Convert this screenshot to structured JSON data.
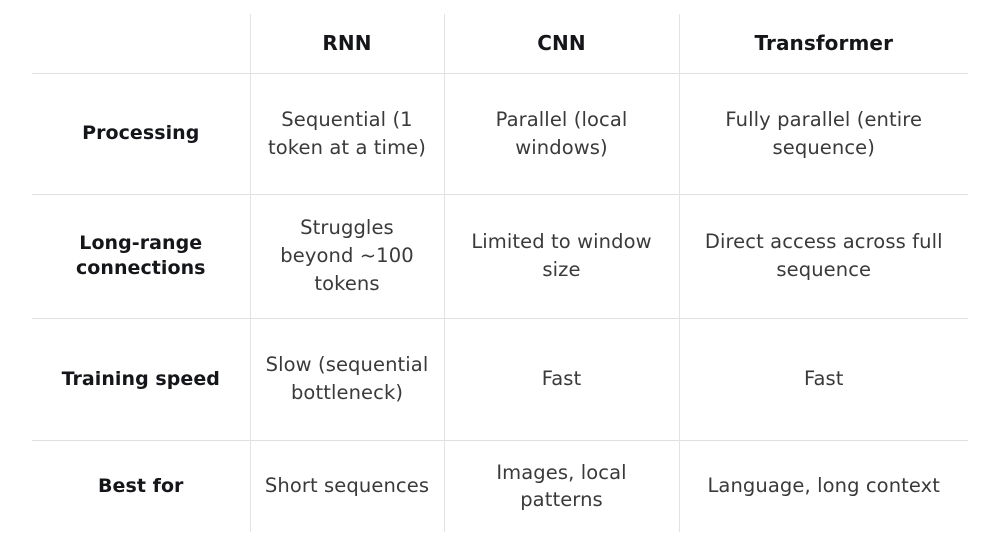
{
  "table": {
    "caption": "",
    "corner_label": "",
    "columns": [
      {
        "key": "label",
        "label": ""
      },
      {
        "key": "rnn",
        "label": "RNN"
      },
      {
        "key": "cnn",
        "label": "CNN"
      },
      {
        "key": "transformer",
        "label": "Transformer"
      }
    ],
    "rows": [
      {
        "label": "Processing",
        "rnn": "Sequential (1 token at a time)",
        "cnn": "Parallel (local windows)",
        "transformer": "Fully parallel (entire sequence)"
      },
      {
        "label": "Long-range connections",
        "rnn": "Struggles beyond ~100 tokens",
        "cnn": "Limited to window size",
        "transformer": "Direct access across full sequence"
      },
      {
        "label": "Training speed",
        "rnn": "Slow (sequential bottleneck)",
        "cnn": "Fast",
        "transformer": "Fast"
      },
      {
        "label": "Best for",
        "rnn": "Short sequences",
        "cnn": "Images, local patterns",
        "transformer": "Language, long context"
      }
    ]
  },
  "style": {
    "background": "#ffffff",
    "heading_color": "#15161a",
    "body_color": "#3a3a3a",
    "border_color": "#e0e0e0"
  }
}
